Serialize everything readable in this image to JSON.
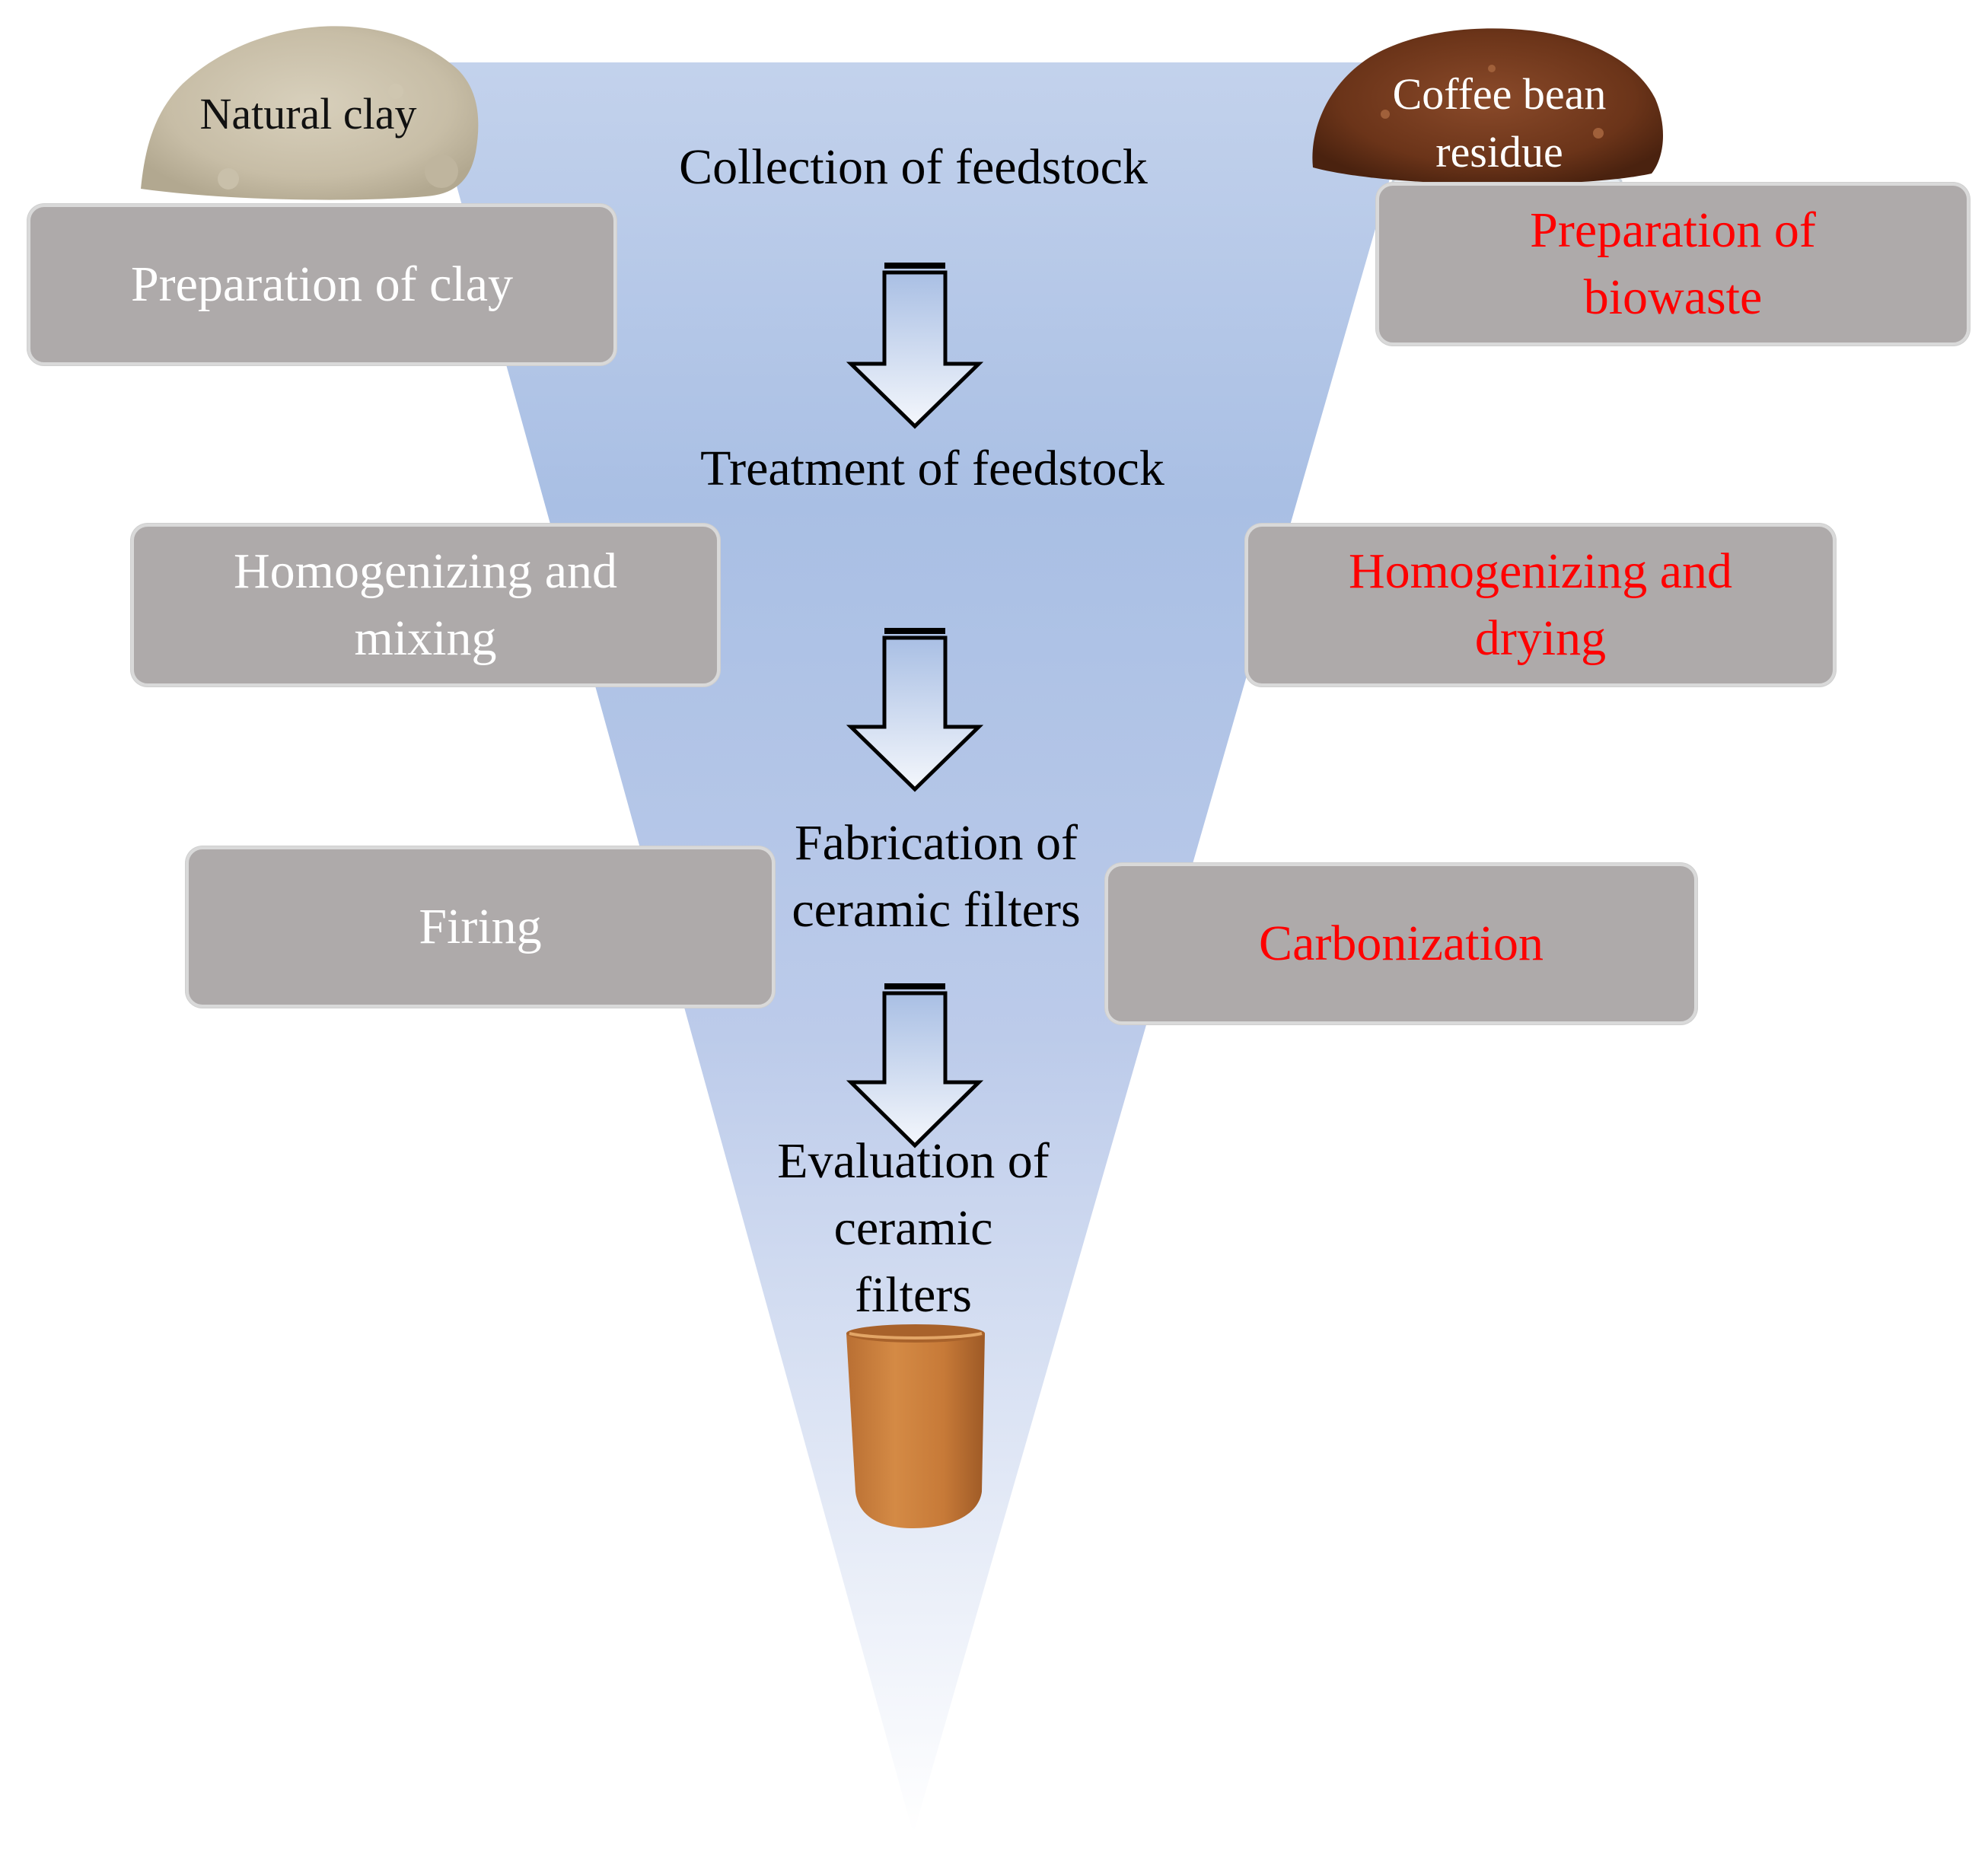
{
  "steps": {
    "collection": "Collection  of  feedstock",
    "treatment": "Treatment  of  feedstock",
    "fabrication": "Fabrication  of\nceramic  filters",
    "evaluation": "Evaluation  of\nceramic\nfilters"
  },
  "left_boxes": {
    "prep_clay": "Preparation  of clay",
    "homog_mixing": "Homogenizing  and\nmixing",
    "firing": "Firing"
  },
  "right_boxes": {
    "prep_biowaste": "Preparation  of\nbiowaste",
    "homog_drying": "Homogenizing  and\ndrying",
    "carbonization": "Carbonization"
  },
  "images": {
    "clay_label": "Natural clay",
    "coffee_label": "Coffee bean\nresidue"
  },
  "colors": {
    "funnel_top": "#b7c8e8",
    "funnel_mid": "#a9bfe4",
    "funnel_bottom": "#ffffff",
    "box_fill": "#aeaaaa",
    "left_text": "#ffffff",
    "right_text": "#ff0000"
  }
}
